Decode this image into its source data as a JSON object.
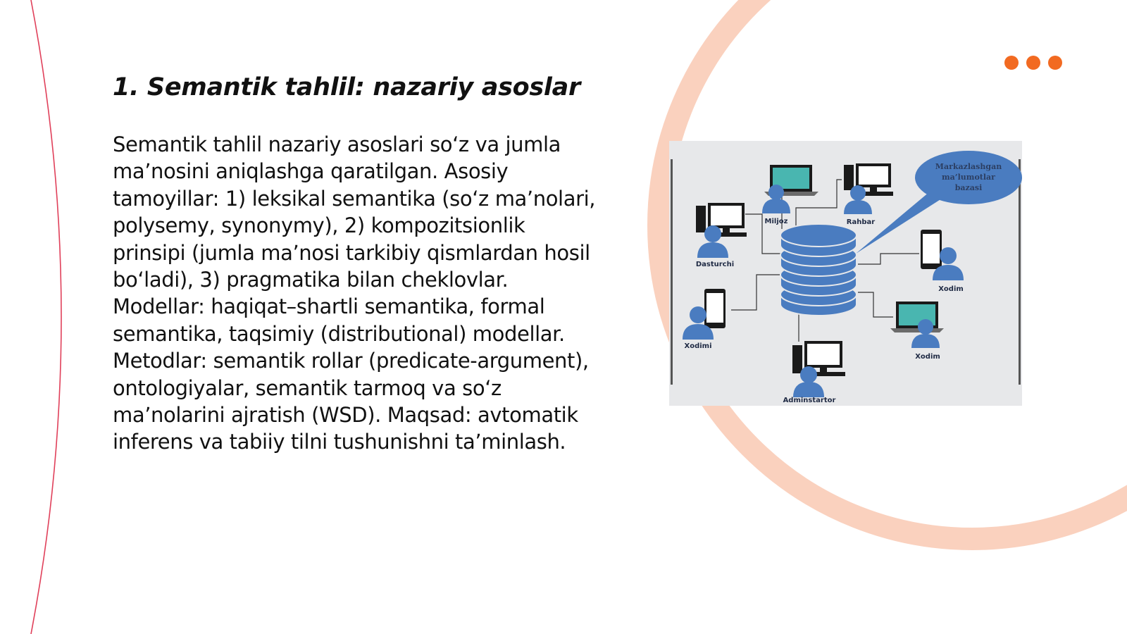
{
  "slide": {
    "title": "1. Semantik tahlil: nazariy asoslar",
    "body": "Semantik tahlil nazariy asoslari so‘z va jumla ma’nosini aniqlashga qaratilgan. Asosiy tamoyillar: 1) leksikal semantika (so‘z ma’nolari, polysemy, synonymy), 2) kompozitsionlik prinsipi (jumla ma’nosi tarkibiy qismlardan hosil bo‘ladi), 3) pragmatika bilan cheklovlar. Modellar: haqiqat–shartli semantika, formal semantika, taqsimiy (distributional) modellar. Metodlar: semantik rollar (predicate-argument), ontologiyalar, semantik tarmoq va so‘z ma’nolarini ajratish (WSD). Maqsad: avtomatik inferens va tabiiy tilni tushunishni ta’minlash."
  },
  "colors": {
    "accent": "#f26a21",
    "ring": "#f9c9b3",
    "edge_line": "#e0405a",
    "diagram_blue": "#4a7cc0"
  },
  "diagram": {
    "bubble_lines": [
      "Markazlashgan",
      "ma’lumotlar",
      "bazasi"
    ],
    "nodes": {
      "miljoz": "Miljoz",
      "rahbar": "Rahbar",
      "dasturchi": "Dasturchi",
      "xodim_right": "Xodim",
      "xodimi_left": "Xodimi",
      "xodim_bottom": "Xodim",
      "administrator": "Adminstartor"
    }
  }
}
